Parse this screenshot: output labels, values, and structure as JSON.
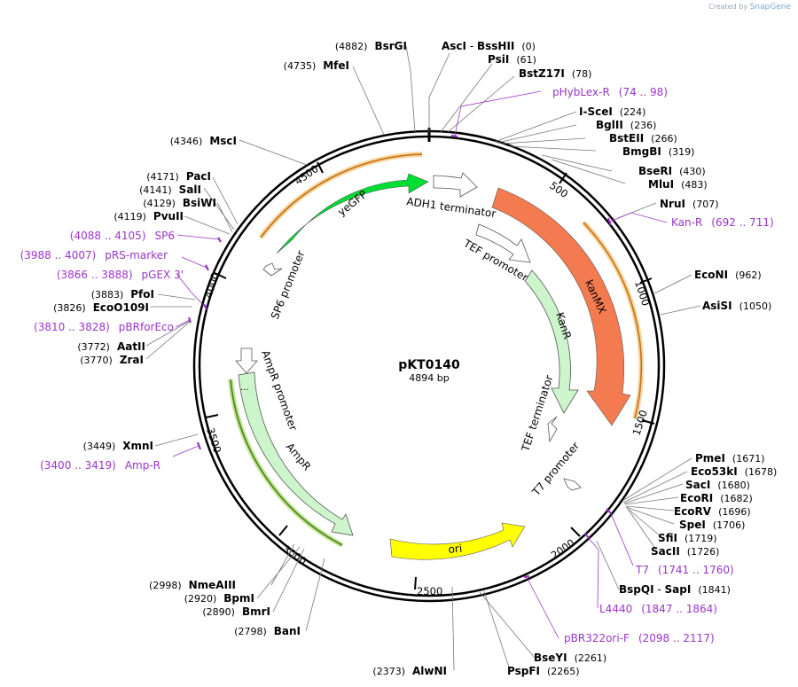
{
  "brand": {
    "created_by": "Created by",
    "app": "SnapGene"
  },
  "plasmid": {
    "name": "pKT0140",
    "size_label": "4894 bp",
    "length": 4894
  },
  "ticks": [
    "500",
    "1000",
    "1500",
    "2000",
    "2500",
    "3000",
    "3500",
    "4000",
    "4500"
  ],
  "enzymes_right": [
    {
      "name": "AscI",
      "sep": " - ",
      "name2": "BssHII",
      "pos": "(0)"
    },
    {
      "name": "PsiI",
      "pos": "(61)"
    },
    {
      "name": "BstZ17I",
      "pos": "(78)"
    },
    {
      "name": "I-SceI",
      "pos": "(224)"
    },
    {
      "name": "BglII",
      "pos": "(236)"
    },
    {
      "name": "BstEII",
      "pos": "(266)"
    },
    {
      "name": "BmgBI",
      "pos": "(319)"
    },
    {
      "name": "BseRI",
      "pos": "(430)"
    },
    {
      "name": "MluI",
      "pos": "(483)"
    },
    {
      "name": "NruI",
      "pos": "(707)"
    },
    {
      "name": "EcoNI",
      "pos": "(962)"
    },
    {
      "name": "AsiSI",
      "pos": "(1050)"
    },
    {
      "name": "PmeI",
      "pos": "(1671)"
    },
    {
      "name": "Eco53kI",
      "pos": "(1678)"
    },
    {
      "name": "SacI",
      "pos": "(1680)"
    },
    {
      "name": "EcoRI",
      "pos": "(1682)"
    },
    {
      "name": "EcoRV",
      "pos": "(1696)"
    },
    {
      "name": "SpeI",
      "pos": "(1706)"
    },
    {
      "name": "SfiI",
      "pos": "(1719)"
    },
    {
      "name": "SacII",
      "pos": "(1726)"
    },
    {
      "name": "BspQI",
      "sep": " - ",
      "name2": "SapI",
      "pos": "(1841)"
    },
    {
      "name": "BseYI",
      "pos": "(2261)"
    },
    {
      "name": "PspFI",
      "pos": "(2265)"
    }
  ],
  "enzymes_left": [
    {
      "name": "BsrGI",
      "pos": "(4882)"
    },
    {
      "name": "MfeI",
      "pos": "(4735)"
    },
    {
      "name": "MscI",
      "pos": "(4346)"
    },
    {
      "name": "PacI",
      "pos": "(4171)"
    },
    {
      "name": "SalI",
      "pos": "(4141)"
    },
    {
      "name": "BsiWI",
      "pos": "(4129)"
    },
    {
      "name": "PvuII",
      "pos": "(4119)"
    },
    {
      "name": "PfoI",
      "pos": "(3883)"
    },
    {
      "name": "EcoO109I",
      "pos": "(3826)"
    },
    {
      "name": "AatII",
      "pos": "(3772)"
    },
    {
      "name": "ZraI",
      "pos": "(3770)"
    },
    {
      "name": "XmnI",
      "pos": "(3449)"
    },
    {
      "name": "NmeAIII",
      "pos": "(2998)"
    },
    {
      "name": "BpmI",
      "pos": "(2920)"
    },
    {
      "name": "BmrI",
      "pos": "(2890)"
    },
    {
      "name": "BanI",
      "pos": "(2798)"
    },
    {
      "name": "AlwNI",
      "pos": "(2373)"
    }
  ],
  "primers": [
    {
      "name": "pHybLex-R",
      "range": "(74 .. 98)"
    },
    {
      "name": "Kan-R",
      "range": "(692 .. 711)"
    },
    {
      "name": "T7",
      "range": "(1741 .. 1760)"
    },
    {
      "name": "L4440",
      "range": "(1847 .. 1864)"
    },
    {
      "name": "pBR322ori-F",
      "range": "(2098 .. 2117)"
    },
    {
      "name": "Amp-R",
      "range": "(3400 .. 3419)"
    },
    {
      "name": "pBRforEco",
      "range": "(3810 .. 3828)"
    },
    {
      "name": "pGEX 3'",
      "range": "(3866 .. 3888)"
    },
    {
      "name": "pRS-marker",
      "range": "(3988 .. 4007)"
    },
    {
      "name": "SP6",
      "range": "(4088 .. 4105)"
    }
  ],
  "features": [
    {
      "name": "yeGFP",
      "color": "#00dd33"
    },
    {
      "name": "ADH1 terminator",
      "color": "#ffffff"
    },
    {
      "name": "kanMX",
      "color": "#f47a50"
    },
    {
      "name": "TEF promoter",
      "color": "#ffffff"
    },
    {
      "name": "KanR",
      "color": "#ccf5cc"
    },
    {
      "name": "TEF terminator",
      "color": "#ffffff"
    },
    {
      "name": "T7 promoter",
      "color": "#ffffff"
    },
    {
      "name": "ori",
      "color": "#ffff00"
    },
    {
      "name": "AmpR",
      "color": "#ccf5cc"
    },
    {
      "name": "AmpR promoter",
      "color": "#ffffff"
    },
    {
      "name": "SP6 promoter",
      "color": "#ffffff"
    }
  ],
  "colors": {
    "primer": "#9b34c8",
    "orange_arc": "#e8a33a",
    "green_arc": "#5c9e1c",
    "backbone": "#000000"
  }
}
